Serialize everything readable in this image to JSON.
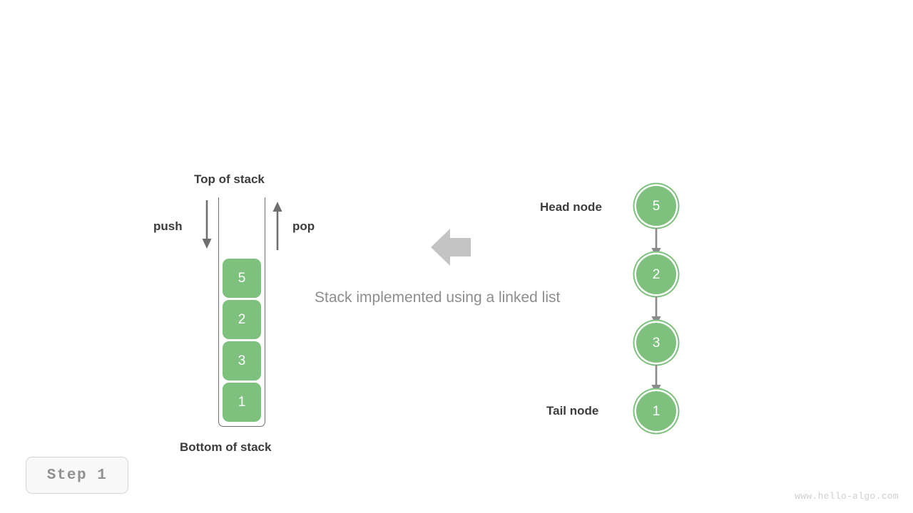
{
  "diagram": {
    "caption": "Stack implemented using a linked list",
    "step_badge": "Step  1",
    "watermark": "www.hello-algo.com",
    "colors": {
      "node_green": "#7ec17e",
      "text_dark": "#3c3c3c",
      "text_muted": "#8d8d8d",
      "arrow_gray": "#6f6f6f",
      "big_arrow_gray": "#c4c4c4",
      "badge_bg": "#f8f8f8",
      "badge_text": "#909090",
      "watermark_text": "#cfcfcf"
    }
  },
  "stack": {
    "top_label": "Top of stack",
    "bottom_label": "Bottom of stack",
    "push_label": "push",
    "pop_label": "pop",
    "blocks": [
      {
        "value": "5"
      },
      {
        "value": "2"
      },
      {
        "value": "3"
      },
      {
        "value": "1"
      }
    ]
  },
  "linked_list": {
    "head_label": "Head node",
    "tail_label": "Tail node",
    "nodes": [
      {
        "value": "5"
      },
      {
        "value": "2"
      },
      {
        "value": "3"
      },
      {
        "value": "1"
      }
    ]
  }
}
